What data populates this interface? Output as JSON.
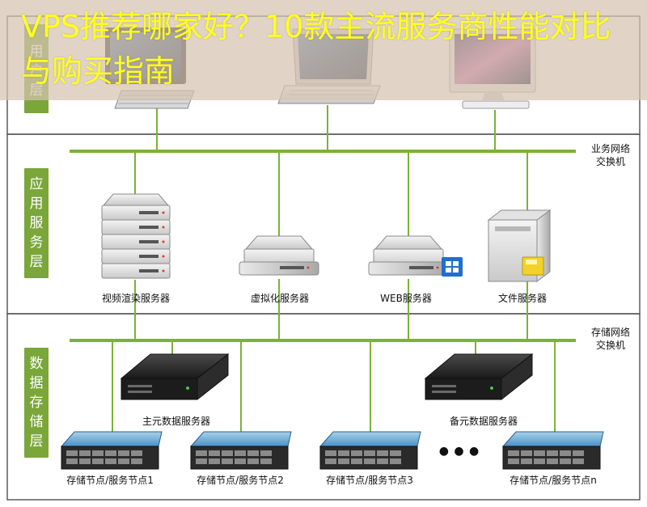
{
  "title": "VPS推荐哪家好？10款主流服务商性能对比与购买指南",
  "layers": {
    "user": [
      "用",
      "户",
      "层"
    ],
    "app": [
      "应",
      "用",
      "服",
      "务",
      "层"
    ],
    "data": [
      "数",
      "据",
      "存",
      "储",
      "层"
    ]
  },
  "switches": {
    "business": "业务网络交换机",
    "storage": "存储网络交换机"
  },
  "servers": {
    "render": "视频渲染服务器",
    "virtual": "虚拟化服务器",
    "web": "WEB服务器",
    "file": "文件服务器",
    "primary_db": "主元数据服务器",
    "backup_db": "备元数据服务器"
  },
  "nodes": [
    "存储节点/服务节点1",
    "存储节点/服务节点2",
    "存储节点/服务节点3",
    "存储节点/服务节点n"
  ],
  "ellipsis": "● ● ●",
  "colors": {
    "title_text": "#ffff1e",
    "banner": "#d6c4b2",
    "layer_tab": "#7aa63a",
    "network_line": "#7bb236",
    "frame": "#5a5a5a"
  }
}
